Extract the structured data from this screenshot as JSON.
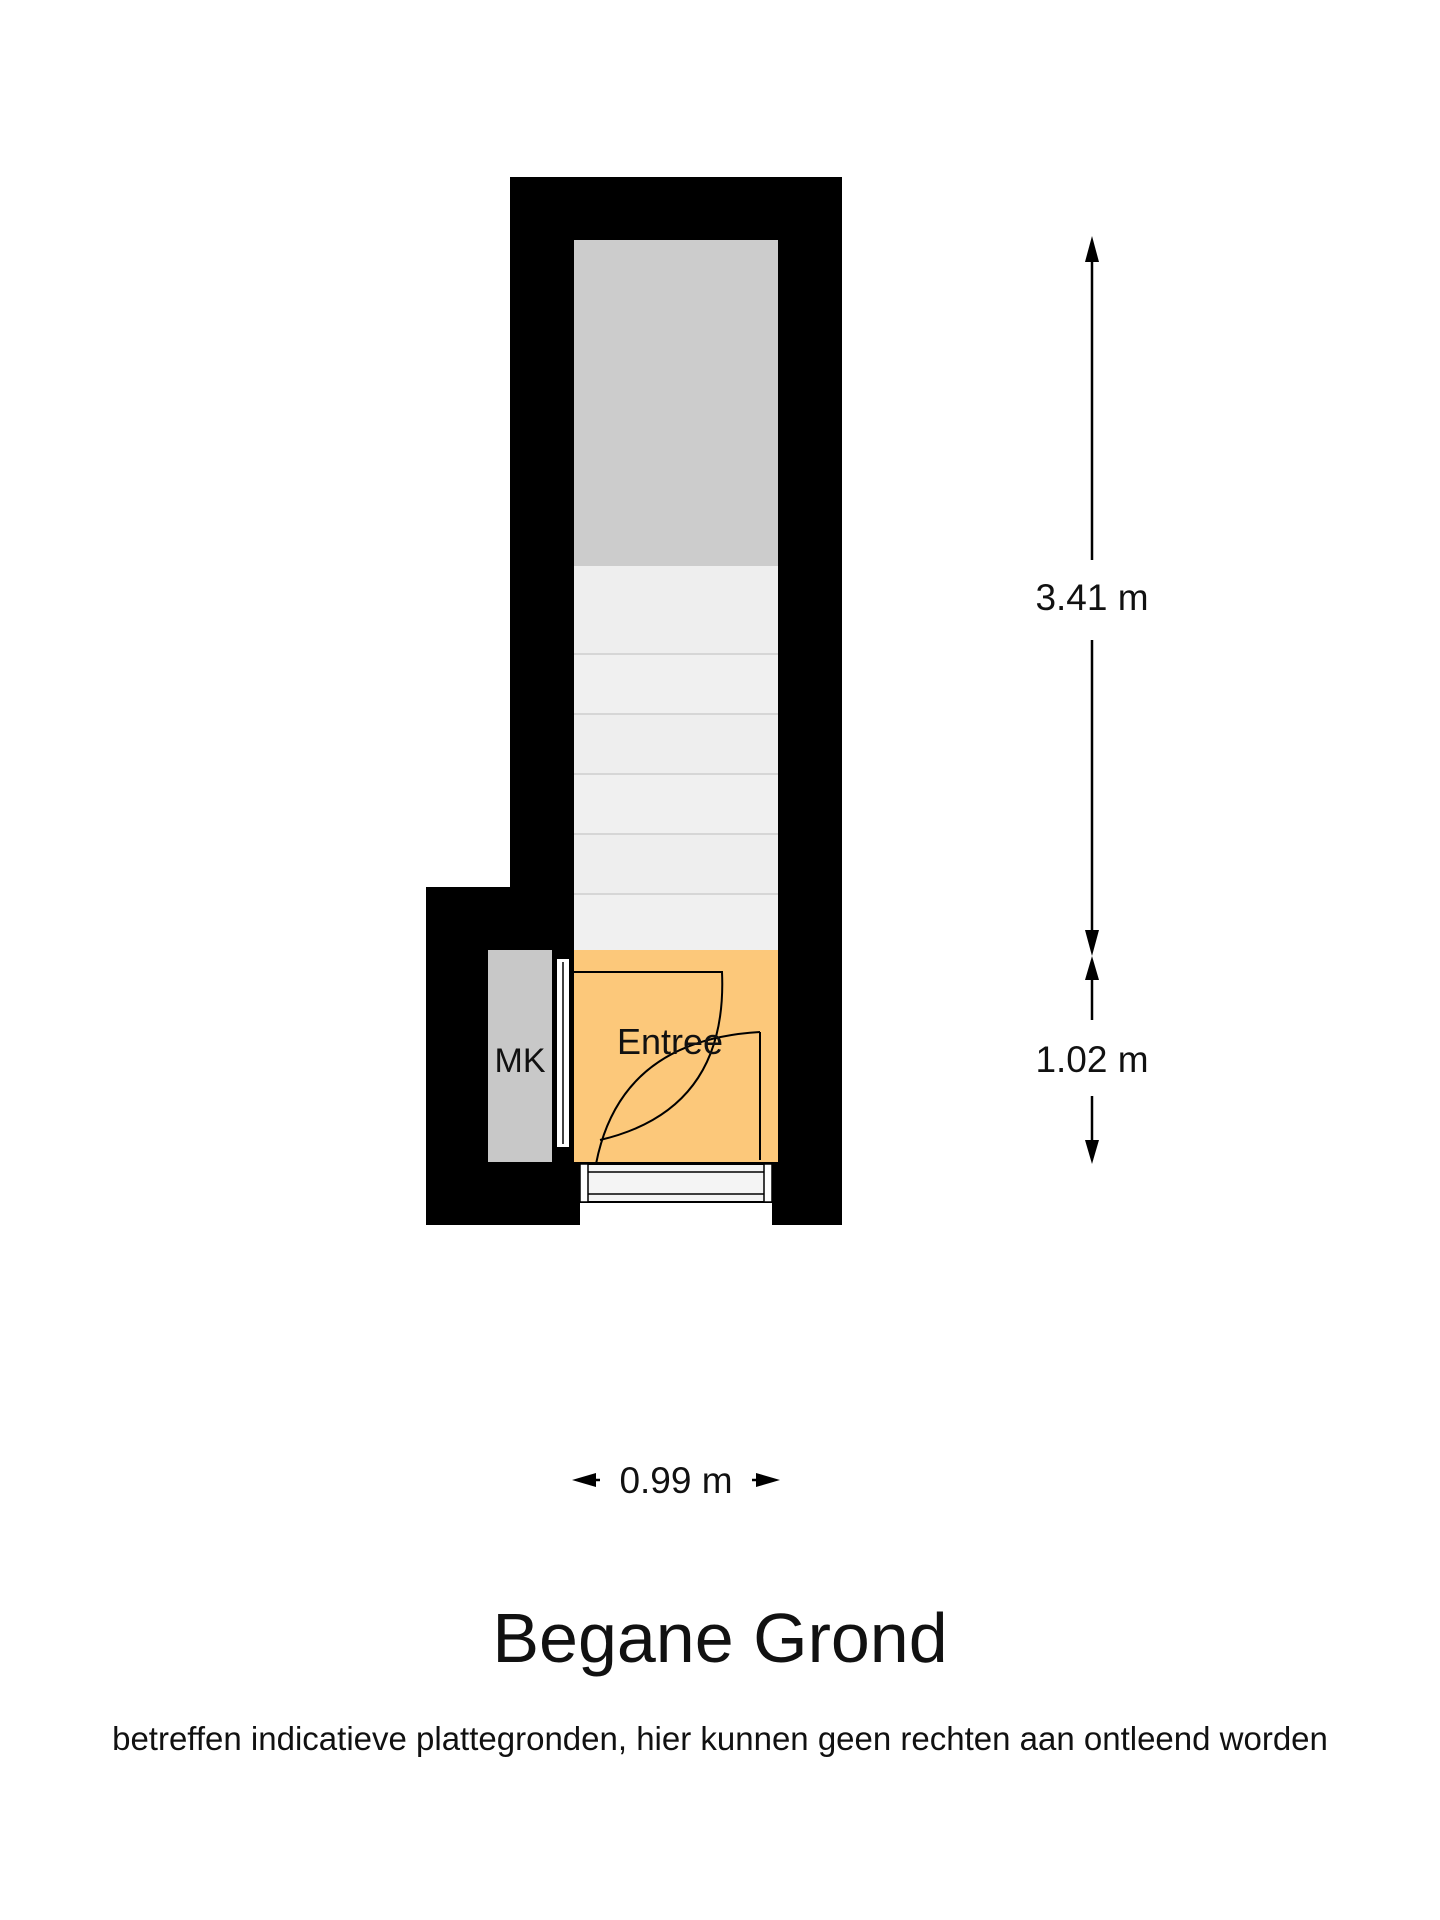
{
  "floorplan": {
    "rooms": {
      "entree": {
        "label": "Entree",
        "color": "#fcc87a"
      },
      "meterkast": {
        "label": "MK",
        "color": "#c8c8c8"
      }
    },
    "colors": {
      "wall": "#000000",
      "landing": "#cccccc",
      "stairs": "#eeeeee"
    },
    "dimensions": {
      "stair_length": "3.41 m",
      "entree_length": "1.02 m",
      "width": "0.99 m"
    }
  },
  "title": "Begane Grond",
  "disclaimer": "betreffen indicatieve plattegronden, hier kunnen geen rechten aan ontleend worden"
}
